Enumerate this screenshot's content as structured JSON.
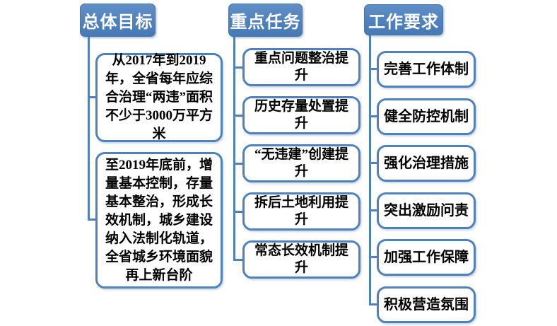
{
  "diagram": {
    "columns": [
      {
        "id": "overall-goal",
        "header": "总体目标",
        "items": [
          "从2017年到2019年，全省每年应综合治理“两违”面积不少于3000万平方米",
          "至2019年底前，增量基本控制，存量基本整治，形成长效机制，城乡建设纳入法制化轨道，全省城乡环境面貌再上新台阶"
        ]
      },
      {
        "id": "key-tasks",
        "header": "重点任务",
        "items": [
          "重点问题整治提升",
          "历史存量处置提升",
          "“无违建”创建提升",
          "拆后土地利用提升",
          "常态长效机制提升"
        ]
      },
      {
        "id": "work-requirements",
        "header": "工作要求",
        "items": [
          "完善工作体制",
          "健全防控机制",
          "强化治理措施",
          "突出激励问责",
          "加强工作保障",
          "积极营造氛围"
        ]
      }
    ],
    "colors": {
      "header_fill": "#4f81bd",
      "header_text": "#ffffff",
      "box_border": "#4f81bd",
      "box_fill": "#ffffff",
      "connector": "#4f81bd",
      "body_text": "#000000",
      "background": "#ffffff"
    }
  }
}
